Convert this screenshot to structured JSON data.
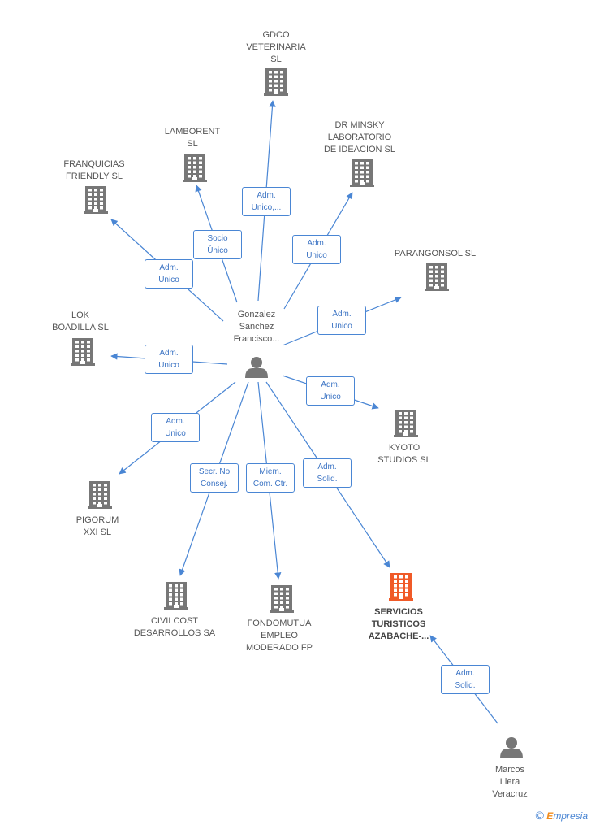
{
  "diagram": {
    "nodes": [
      {
        "id": "gonzalez",
        "kind": "person",
        "label": "Gonzalez\nSanchez\nFrancisco..."
      },
      {
        "id": "marcos",
        "kind": "person",
        "label": "Marcos\nLlera\nVeracruz"
      },
      {
        "id": "gdco",
        "kind": "company",
        "label": "GDCO\nVETERINARIA\nSL"
      },
      {
        "id": "lamborent",
        "kind": "company",
        "label": "LAMBORENT\nSL"
      },
      {
        "id": "drminsky",
        "kind": "company",
        "label": "DR MINSKY\nLABORATORIO\nDE IDEACION SL"
      },
      {
        "id": "franquicias",
        "kind": "company",
        "label": "FRANQUICIAS\nFRIENDLY SL"
      },
      {
        "id": "parangonsol",
        "kind": "company",
        "label": "PARANGONSOL SL"
      },
      {
        "id": "lok",
        "kind": "company",
        "label": "LOK\nBOADILLA SL"
      },
      {
        "id": "kyoto",
        "kind": "company",
        "label": "KYOTO\nSTUDIOS SL"
      },
      {
        "id": "pigorum",
        "kind": "company",
        "label": "PIGORUM\nXXI SL"
      },
      {
        "id": "civilcost",
        "kind": "company",
        "label": "CIVILCOST\nDESARROLLOS SA"
      },
      {
        "id": "fondomutua",
        "kind": "company",
        "label": "FONDOMUTUA\nEMPLEO\nMODERADO FP"
      },
      {
        "id": "servicios",
        "kind": "company-main",
        "label": "SERVICIOS\nTURISTICOS\nAZABACHE-..."
      }
    ],
    "edges": [
      {
        "from": "gonzalez",
        "to": "gdco",
        "label": "Adm.\nUnico,..."
      },
      {
        "from": "gonzalez",
        "to": "lamborent",
        "label": "Socio\nÚnico"
      },
      {
        "from": "gonzalez",
        "to": "drminsky",
        "label": "Adm.\nUnico"
      },
      {
        "from": "gonzalez",
        "to": "franquicias",
        "label": "Adm.\nUnico"
      },
      {
        "from": "gonzalez",
        "to": "parangonsol",
        "label": "Adm.\nUnico"
      },
      {
        "from": "gonzalez",
        "to": "lok",
        "label": "Adm.\nUnico"
      },
      {
        "from": "gonzalez",
        "to": "kyoto",
        "label": "Adm.\nUnico"
      },
      {
        "from": "gonzalez",
        "to": "pigorum",
        "label": "Adm.\nUnico"
      },
      {
        "from": "gonzalez",
        "to": "civilcost",
        "label": "Secr. No\nConsej."
      },
      {
        "from": "gonzalez",
        "to": "fondomutua",
        "label": "Miem.\nCom. Ctr."
      },
      {
        "from": "gonzalez",
        "to": "servicios",
        "label": "Adm.\nSolid."
      },
      {
        "from": "marcos",
        "to": "servicios",
        "label": "Adm.\nSolid."
      }
    ],
    "colors": {
      "edge": "#4a86d4",
      "company": "#777777",
      "company_main": "#f05a28",
      "person": "#777777"
    }
  },
  "footer": {
    "copyright": "©",
    "brand_initial": "E",
    "brand_rest": "mpresia"
  }
}
